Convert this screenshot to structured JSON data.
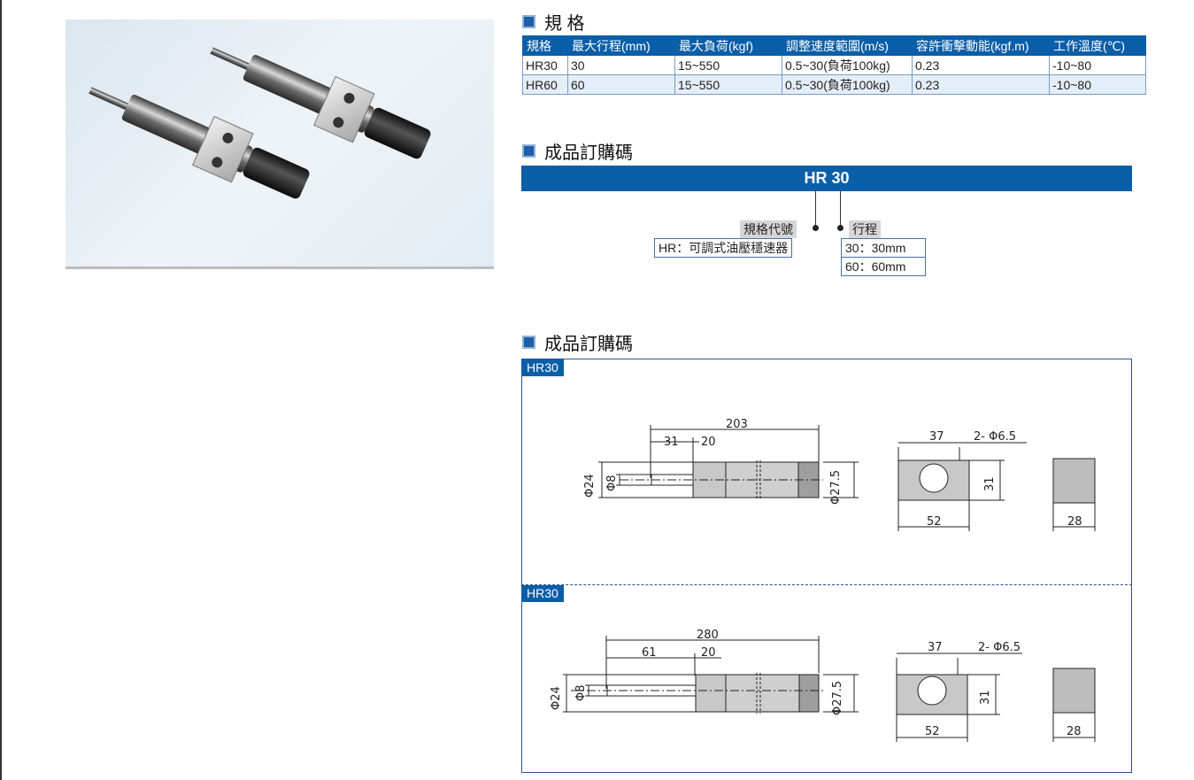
{
  "spec_section": {
    "title": "規 格"
  },
  "spec_table": {
    "headers": [
      "規格",
      "最大行程(mm)",
      "最大負荷(kgf)",
      "調整速度範圍(m/s)",
      "容許衝擊動能(kgf.m)",
      "工作溫度(℃)"
    ],
    "rows": [
      [
        "HR30",
        "30",
        "15~550",
        "0.5~30(負荷100kg)",
        "0.23",
        "-10~80"
      ],
      [
        "HR60",
        "60",
        "15~550",
        "0.5~30(負荷100kg)",
        "0.23",
        "-10~80"
      ]
    ]
  },
  "order_section": {
    "title": "成品訂購碼",
    "code": "HR 30",
    "spec_label": "規格代號",
    "spec_value": "HR：可調式油壓穩速器",
    "stroke_label": "行程",
    "stroke_options": [
      "30：30mm",
      "60：60mm"
    ]
  },
  "drawing_section": {
    "title": "成品訂購碼",
    "drawings": [
      {
        "tag": "HR30",
        "dims": {
          "total": "203",
          "rod": "31",
          "step": "20",
          "d_outer": "Φ24",
          "d_rod": "Φ8",
          "d_body": "Φ27.5",
          "block_w": "37",
          "holes": "2- Φ6.5",
          "block_h": "31",
          "block_len": "52",
          "side_w": "28"
        }
      },
      {
        "tag": "HR30",
        "dims": {
          "total": "280",
          "rod": "61",
          "step": "20",
          "d_outer": "Φ24",
          "d_rod": "Φ8",
          "d_body": "Φ27.5",
          "block_w": "37",
          "holes": "2- Φ6.5",
          "block_h": "31",
          "block_len": "52",
          "side_w": "28"
        }
      }
    ]
  },
  "colors": {
    "accent": "#0b5ea8",
    "frame": "#2b4f9a",
    "row_alt": "#e4eef8"
  }
}
